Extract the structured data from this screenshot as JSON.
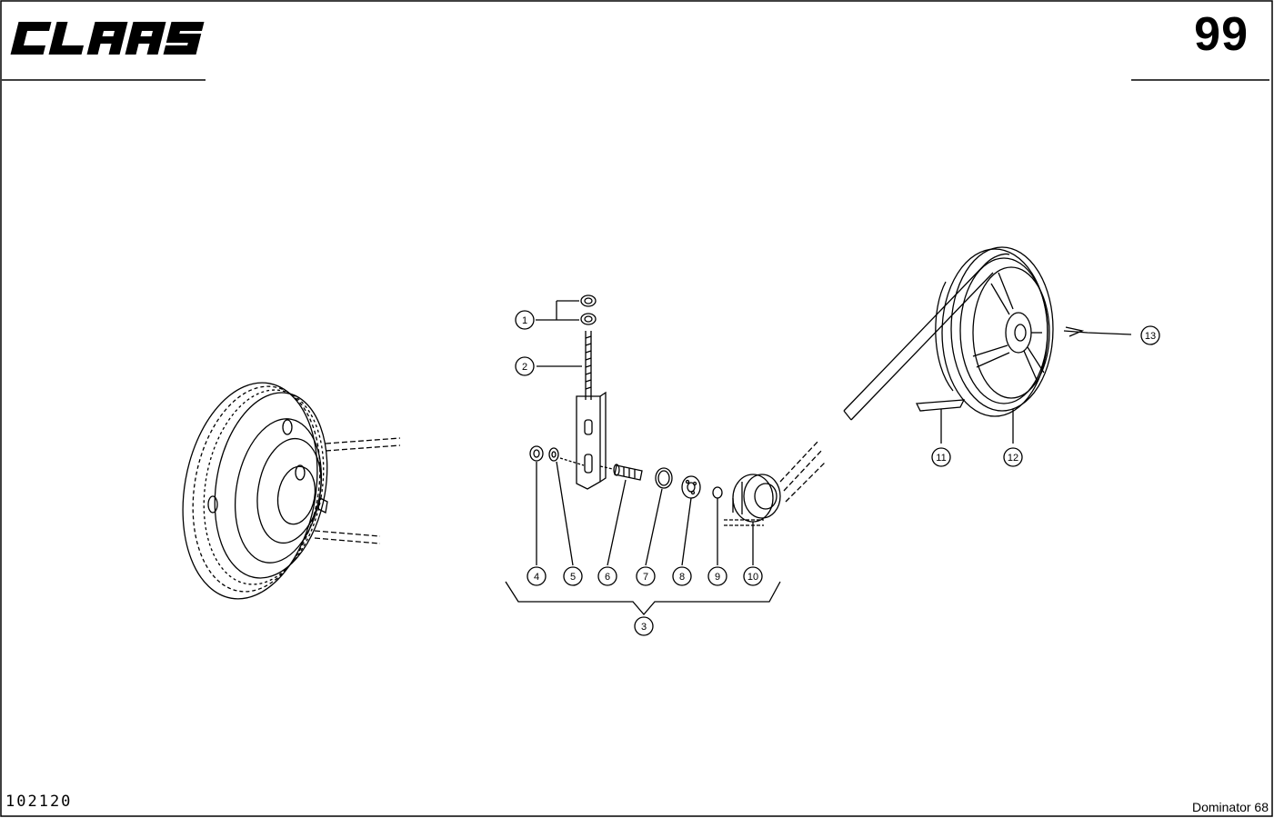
{
  "header": {
    "brand": "CLAAS",
    "page_number": "99"
  },
  "footer": {
    "doc_code": "102120",
    "model": "Dominator 68"
  },
  "callouts": [
    "1",
    "2",
    "3",
    "4",
    "5",
    "6",
    "7",
    "8",
    "9",
    "10",
    "11",
    "12",
    "13"
  ]
}
